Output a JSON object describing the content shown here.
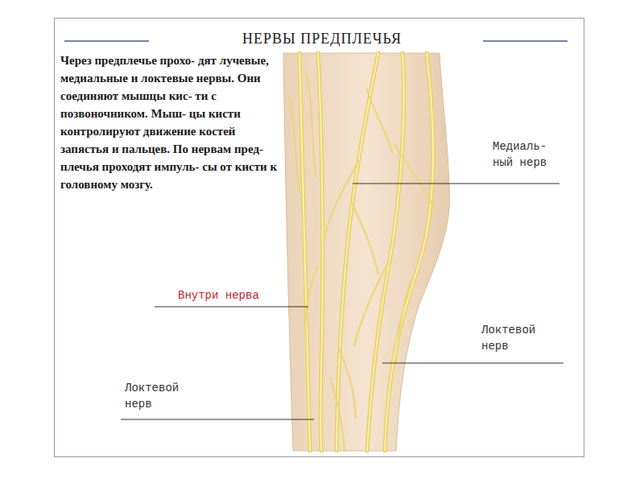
{
  "diagram": {
    "title": "НЕРВЫ ПРЕДПЛЕЧЬЯ",
    "labels": [
      "Через предплечье прохо- дят лучевые, медиальные и локтевые нервы. Они соединяют мышцы кис- ти с позвоночником. Мыш- цы кисти контролируют движение костей запястья и пальцев. По нервам пред- плечья проходят импуль- сы от кисти к головному мозгу.",
      "Медиаль- ный нерв",
      "Внутри нерва",
      "Локтевой нерв",
      "Локтевой нерв"
    ]
  }
}
